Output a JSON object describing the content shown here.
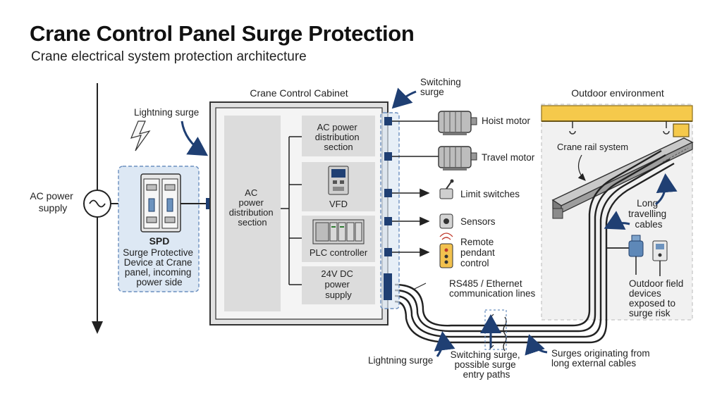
{
  "header": {
    "title": "Crane Control Panel Surge Protection",
    "subtitle": "Crane electrical system protection architecture"
  },
  "colors": {
    "navy": "#1f3f73",
    "spd_zone_fill": "#dde8f4",
    "spd_zone_border": "#6b8fbf",
    "cabinet_fill": "#efefef",
    "section_fill": "#dedede",
    "rail_yellow": "#f5c94b",
    "outdoor_fill": "#f1f1f1"
  },
  "power_source": {
    "label_line1": "AC power",
    "label_line2": "supply"
  },
  "spd": {
    "title": "SPD",
    "desc_lines": [
      "Surge Protective",
      "Device at Crane",
      "panel, incoming",
      "power side"
    ]
  },
  "cabinet": {
    "title": "Crane Control Cabinet",
    "main_section_lines": [
      "AC",
      "power",
      "distribution",
      "section"
    ],
    "sections": [
      {
        "lines": [
          "AC power",
          "distribution",
          "section"
        ]
      },
      {
        "lines": [
          "VFD"
        ]
      },
      {
        "lines": [
          "PLC controller"
        ]
      },
      {
        "lines": [
          "24V DC",
          "power",
          "supply"
        ]
      }
    ]
  },
  "devices": [
    {
      "label": "Hoist motor",
      "icon": "motor-icon"
    },
    {
      "label": "Travel motor",
      "icon": "motor-icon"
    },
    {
      "label": "Limit switches",
      "icon": "limit-switch-icon"
    },
    {
      "label": "Sensors",
      "icon": "sensor-icon"
    },
    {
      "label_lines": [
        "Remote",
        "pendant",
        "control"
      ],
      "icon": "pendant-icon"
    }
  ],
  "comm_lines": {
    "lines": [
      "RS485 / Ethernet",
      "communication lines"
    ]
  },
  "outdoor": {
    "title": "Outdoor environment",
    "rail_label": "Crane rail system",
    "cables_label": [
      "Long",
      "travelling",
      "cables"
    ],
    "field_devices_label": [
      "Outdoor field",
      "devices",
      "exposed to",
      "surge risk"
    ]
  },
  "annotations": {
    "lightning_top": "Lightning surge",
    "switching_top": [
      "Switching",
      "surge"
    ],
    "lightning_bottom": "Lightning surge",
    "switching_bottom": [
      "Switching surge,",
      "possible surge",
      "entry paths"
    ],
    "external_bottom": [
      "Surges originating from",
      "long external cables"
    ]
  }
}
